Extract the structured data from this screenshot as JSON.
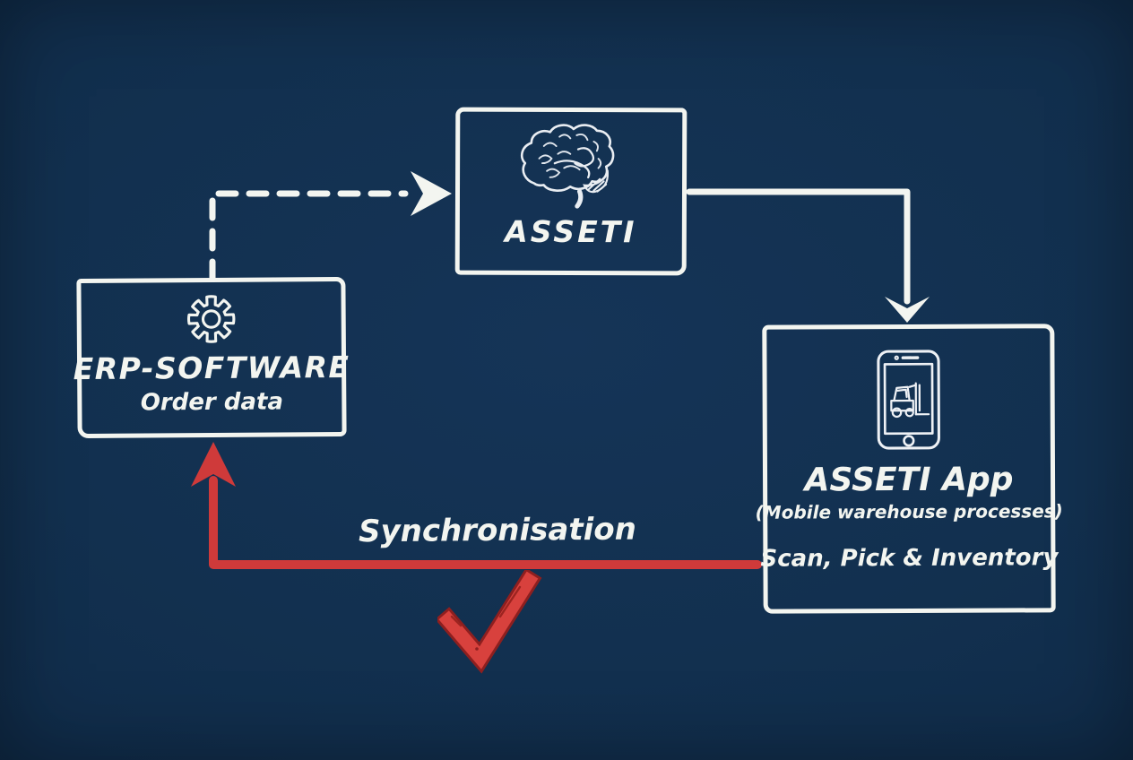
{
  "diagram": {
    "background_color": "#12304f",
    "stroke_color": "#f3f5f0",
    "accent_red": "#cf3a3a",
    "nodes": {
      "erp": {
        "icon": "gear-icon",
        "title": "ERP-SOFTWARE",
        "subtitle": "Order data"
      },
      "asseti": {
        "icon": "brain-icon",
        "title": "ASSETI"
      },
      "asseti_app": {
        "icon": "smartphone-forklift-icon",
        "title": "ASSETI App",
        "subtitle": "(Mobile warehouse processes)",
        "features": "Scan, Pick & Inventory"
      }
    },
    "edges": {
      "erp_to_asseti": {
        "from": "erp",
        "to": "asseti",
        "style": "dashed",
        "color": "#f3f5f0"
      },
      "asseti_to_app": {
        "from": "asseti",
        "to": "asseti_app",
        "style": "solid",
        "color": "#f3f5f0"
      },
      "app_to_erp": {
        "from": "asseti_app",
        "to": "erp",
        "style": "solid",
        "color": "#cf3a3a",
        "label": "Synchronisation"
      }
    },
    "annotations": {
      "checkmark": "red-checkmark-icon"
    }
  }
}
